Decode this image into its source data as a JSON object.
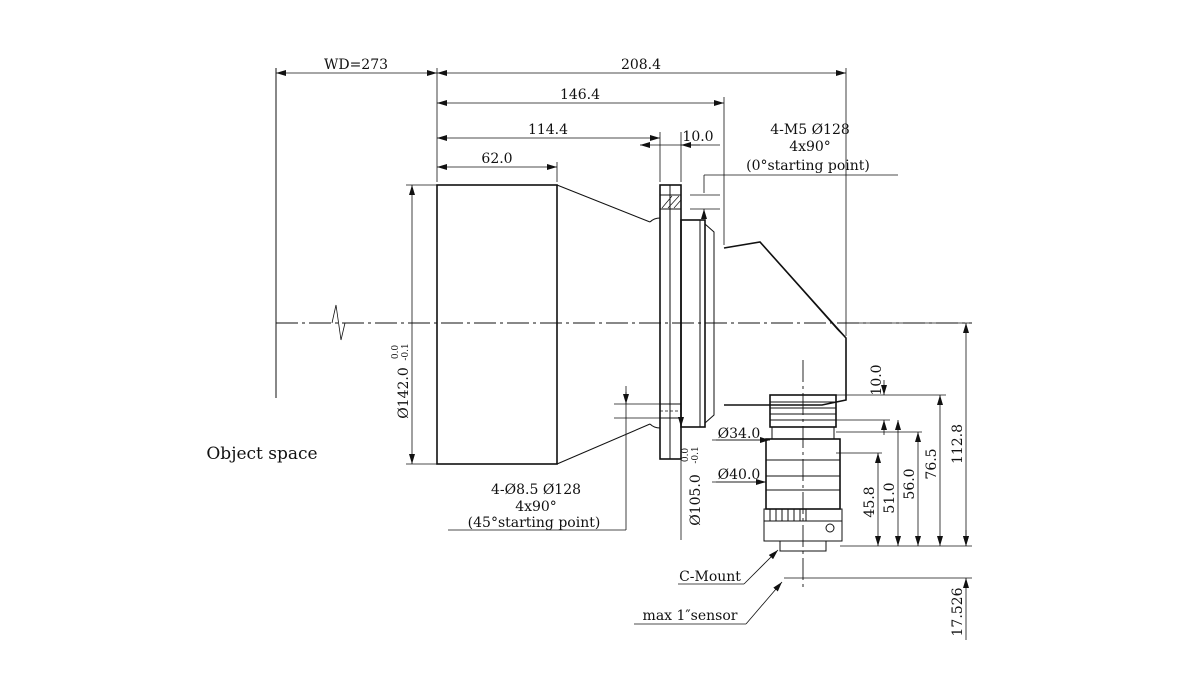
{
  "labels": {
    "wd": "WD=273",
    "overall_length": "208.4",
    "len_146": "146.4",
    "len_114": "114.4",
    "len_62": "62.0",
    "flange_thk": "10.0",
    "m5_holes": "4-M5  Ø128",
    "m5_angle": "4x90°",
    "m5_start": "(0°starting point)",
    "dia_142": "Ø142.0",
    "tol_upper": "0.0",
    "tol_lower": "-0.1",
    "object_space": "Object space",
    "holes_85": "4-Ø8.5  Ø128",
    "holes_85_angle": "4x90°",
    "holes_85_start": "(45°starting point)",
    "dia_105": "Ø105.0",
    "dia_34": "Ø34.0",
    "dia_40": "Ø40.0",
    "v_10": "10.0",
    "v_45_8": "45.8",
    "v_51": "51.0",
    "v_56": "56.0",
    "v_76_5": "76.5",
    "v_112_8": "112.8",
    "v_17_526": "17.526",
    "c_mount": "C-Mount",
    "sensor": "max 1″sensor"
  }
}
